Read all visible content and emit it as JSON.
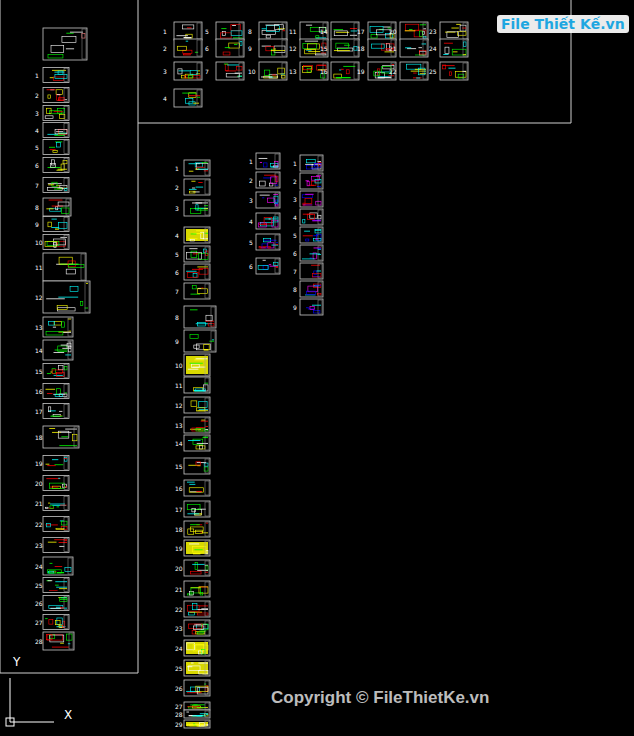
{
  "diagram": {
    "labels": [
      "1",
      "2",
      "3",
      "4",
      "5",
      "6",
      "7",
      "8",
      "9",
      "10",
      "11",
      "12",
      "13",
      "14",
      "15",
      "16",
      "17",
      "18",
      "19",
      "20",
      "21",
      "22",
      "23",
      "24",
      "25",
      "26",
      "27",
      "28",
      "1",
      "2",
      "3",
      "4",
      "5",
      "6",
      "7",
      "8",
      "9",
      "10",
      "11",
      "12",
      "13",
      "14",
      "15",
      "16",
      "17",
      "18",
      "19",
      "20",
      "21",
      "22",
      "23",
      "24",
      "25",
      "1",
      "2",
      "3",
      "4",
      "5",
      "6",
      "7",
      "8",
      "9",
      "10",
      "11",
      "12",
      "13",
      "14",
      "15",
      "16",
      "17",
      "18",
      "19",
      "20",
      "21",
      "22",
      "23",
      "24",
      "25",
      "26",
      "27",
      "28",
      "29",
      "1",
      "2",
      "3",
      "4",
      "5",
      "6",
      "1",
      "2",
      "3",
      "4",
      "5",
      "6",
      "7",
      "8",
      "9",
      "File Thiết Kế.vn",
      "Copyright © FileThietKe.vn",
      "Y",
      "X"
    ]
  }
}
